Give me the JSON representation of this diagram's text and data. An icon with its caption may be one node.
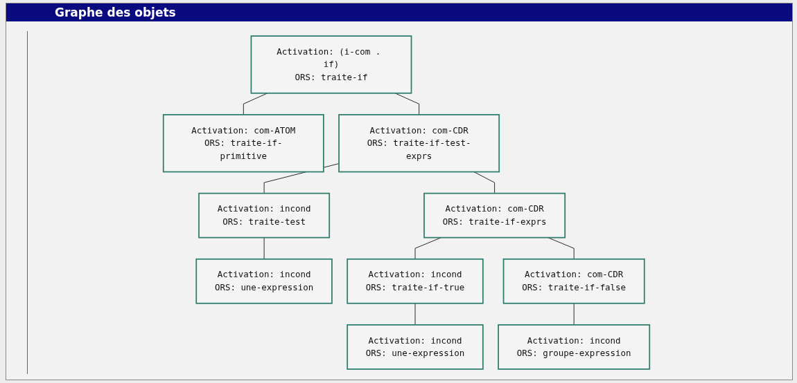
{
  "diagram": {
    "title": "Graphe des objets",
    "nodes": [
      {
        "text": [
          "Activation: (i-com . if)",
          "ORS: traite-if"
        ]
      },
      {
        "text": [
          "Activation: com-ATOM",
          "ORS: traite-if-primitive"
        ]
      },
      {
        "text": [
          "Activation: com-CDR",
          "ORS: traite-if-test-exprs"
        ]
      },
      {
        "text": [
          "Activation: incond",
          "ORS: traite-test"
        ]
      },
      {
        "text": [
          "Activation: com-CDR",
          "ORS: traite-if-exprs"
        ]
      },
      {
        "text": [
          "Activation: incond",
          "ORS: une-expression"
        ]
      },
      {
        "text": [
          "Activation: incond",
          "ORS: traite-if-true"
        ]
      },
      {
        "text": [
          "Activation: com-CDR",
          "ORS: traite-if-false"
        ]
      },
      {
        "text": [
          "Activation: incond",
          "ORS: une-expression"
        ]
      },
      {
        "text": [
          "Activation: incond",
          "ORS: groupe-expression"
        ]
      }
    ],
    "edges": [
      {
        "from": 0,
        "to": 1,
        "arrow": "none"
      },
      {
        "from": 0,
        "to": 2,
        "arrow": "none"
      },
      {
        "from": 2,
        "to": 3,
        "arrow": "none"
      },
      {
        "from": 2,
        "to": 4,
        "arrow": "none"
      },
      {
        "from": 3,
        "to": 5,
        "arrow": "none"
      },
      {
        "from": 4,
        "to": 6,
        "arrow": "none"
      },
      {
        "from": 4,
        "to": 7,
        "arrow": "none"
      },
      {
        "from": 6,
        "to": 8,
        "arrow": "none"
      },
      {
        "from": 7,
        "to": 9,
        "arrow": "none"
      }
    ]
  }
}
